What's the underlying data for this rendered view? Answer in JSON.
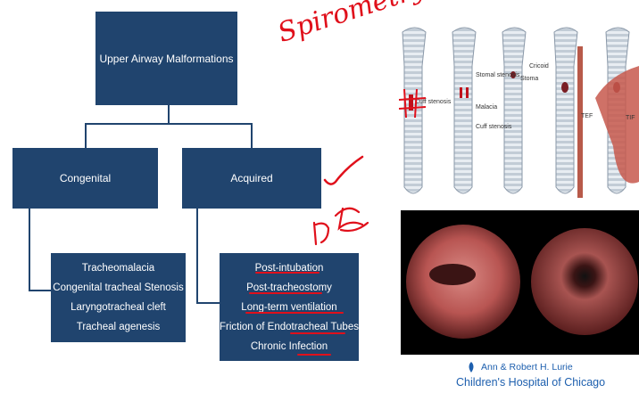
{
  "diagram": {
    "root": "Upper Airway Malformations",
    "congenital": {
      "title": "Congenital",
      "items": [
        "Tracheomalacia",
        "Congenital tracheal Stenosis",
        "Laryngotracheal cleft",
        "Tracheal agenesis"
      ]
    },
    "acquired": {
      "title": "Acquired",
      "items": [
        "Post-intubation",
        "Post-tracheostomy",
        "Long-term ventilation",
        "Friction of Endotracheal Tubes",
        "Chronic Infection"
      ]
    }
  },
  "annotations": {
    "handwriting": "Spirometry",
    "colors": {
      "ink": "#e0101b",
      "box": "#20446e"
    }
  },
  "illustration": {
    "labels": [
      "Cuff stenosis",
      "Stomal stenosis",
      "Malacia",
      "Cuff stenosis",
      "Cricoid",
      "Stoma",
      "TEF",
      "TIF"
    ]
  },
  "logo": {
    "line1": "Ann & Robert H. Lurie",
    "line2": "Children's Hospital of Chicago"
  }
}
